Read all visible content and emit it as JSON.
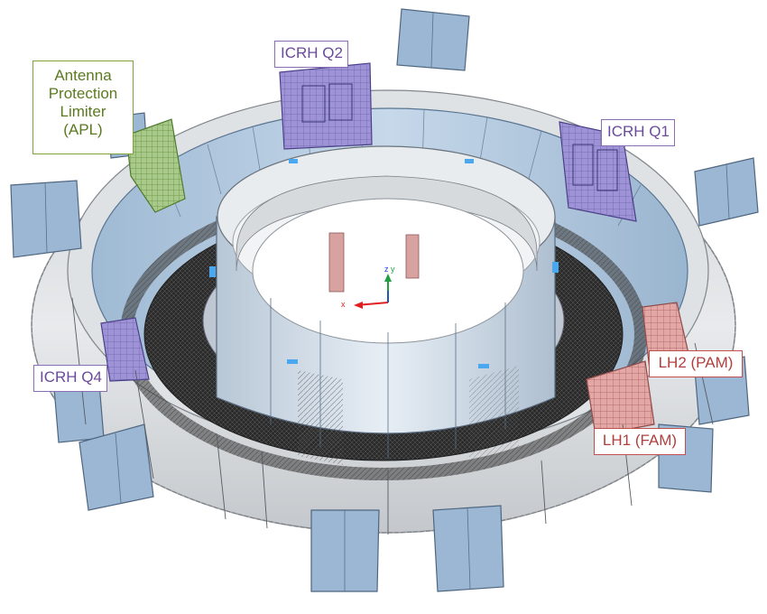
{
  "labels": {
    "apl": [
      "Antenna",
      "Protection",
      "Limiter",
      "(APL)"
    ],
    "icrh_q2": "ICRH Q2",
    "icrh_q1": "ICRH Q1",
    "icrh_q4": "ICRH Q4",
    "lh2": "LH2 (PAM)",
    "lh1": "LH1 (FAM)"
  },
  "axes": {
    "x": "x",
    "z": "z",
    "y": "y"
  },
  "colors": {
    "vessel_outer": "#e4e6e8",
    "vessel_shade": "#c9cdd1",
    "inner_wall": "#a9c3dc",
    "port": "#9cb7d3",
    "icrh": "#9d93d6",
    "lh": "#e3a7a5",
    "apl": "#a9c98a",
    "divertor": "#2a2a2a",
    "highlight": "#4aa8f0"
  }
}
